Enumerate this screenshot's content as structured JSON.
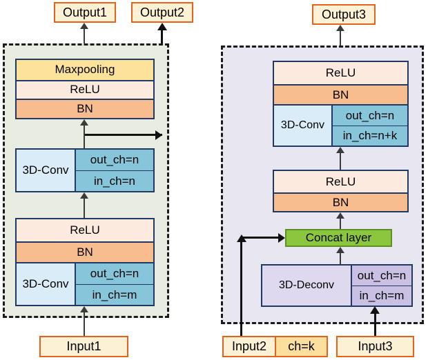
{
  "figure": {
    "title": "3D-Conv encoder block and 3D-Deconv decoder block diagram",
    "colors": {
      "group_left_bg": "#e9ece0",
      "group_right_bg": "#e8e6f0",
      "group_border": "#1a1a1a",
      "module_border": "#1f3864",
      "maxpool": "#fde39a",
      "relu": "#fdeade",
      "bn": "#f7bd8f",
      "conv_left": "#daecf7",
      "conv_right": "#86c5da",
      "deconv_left": "#ded9ee",
      "deconv_right": "#c9c0e3",
      "concat": "#8cc63e",
      "concat_border": "#5e8f22",
      "io_fill": "#fdf1d5",
      "io_border": "#e8611a",
      "ch_fill": "#fcdf9c",
      "connector": "#3a3a3a"
    }
  },
  "left_block": {
    "name": "encoder-block",
    "outputs": [
      {
        "label": "Output1"
      },
      {
        "label": "Output2"
      }
    ],
    "input": {
      "label": "Input1"
    },
    "modules": [
      {
        "name": "pool-module",
        "rows": [
          {
            "label": "Maxpooling",
            "fill": "maxpool"
          },
          {
            "label": "ReLU",
            "fill": "relu"
          },
          {
            "label": "BN",
            "fill": "bn"
          }
        ]
      },
      {
        "name": "conv-module-2",
        "op_label": "3D-Conv",
        "out_ch": "out_ch=n",
        "in_ch": "in_ch=n"
      },
      {
        "name": "conv-module-1",
        "relu_label": "ReLU",
        "bn_label": "BN",
        "op_label": "3D-Conv",
        "out_ch": "out_ch=n",
        "in_ch": "in_ch=m"
      }
    ]
  },
  "right_block": {
    "name": "decoder-block",
    "outputs": [
      {
        "label": "Output3"
      }
    ],
    "inputs": [
      {
        "label": "Input2",
        "ch": "ch=k"
      },
      {
        "label": "Input3"
      }
    ],
    "modules": [
      {
        "name": "conv-module-3",
        "relu_label": "ReLU",
        "bn_label": "BN",
        "op_label": "3D-Conv",
        "out_ch": "out_ch=n",
        "in_ch": "in_ch=n+k"
      },
      {
        "name": "norm-module",
        "relu_label": "ReLU",
        "bn_label": "BN"
      },
      {
        "name": "concat-module",
        "label": "Concat layer"
      },
      {
        "name": "deconv-module",
        "op_label": "3D-Deconv",
        "out_ch": "out_ch=n",
        "in_ch": "in_ch=m"
      }
    ]
  }
}
